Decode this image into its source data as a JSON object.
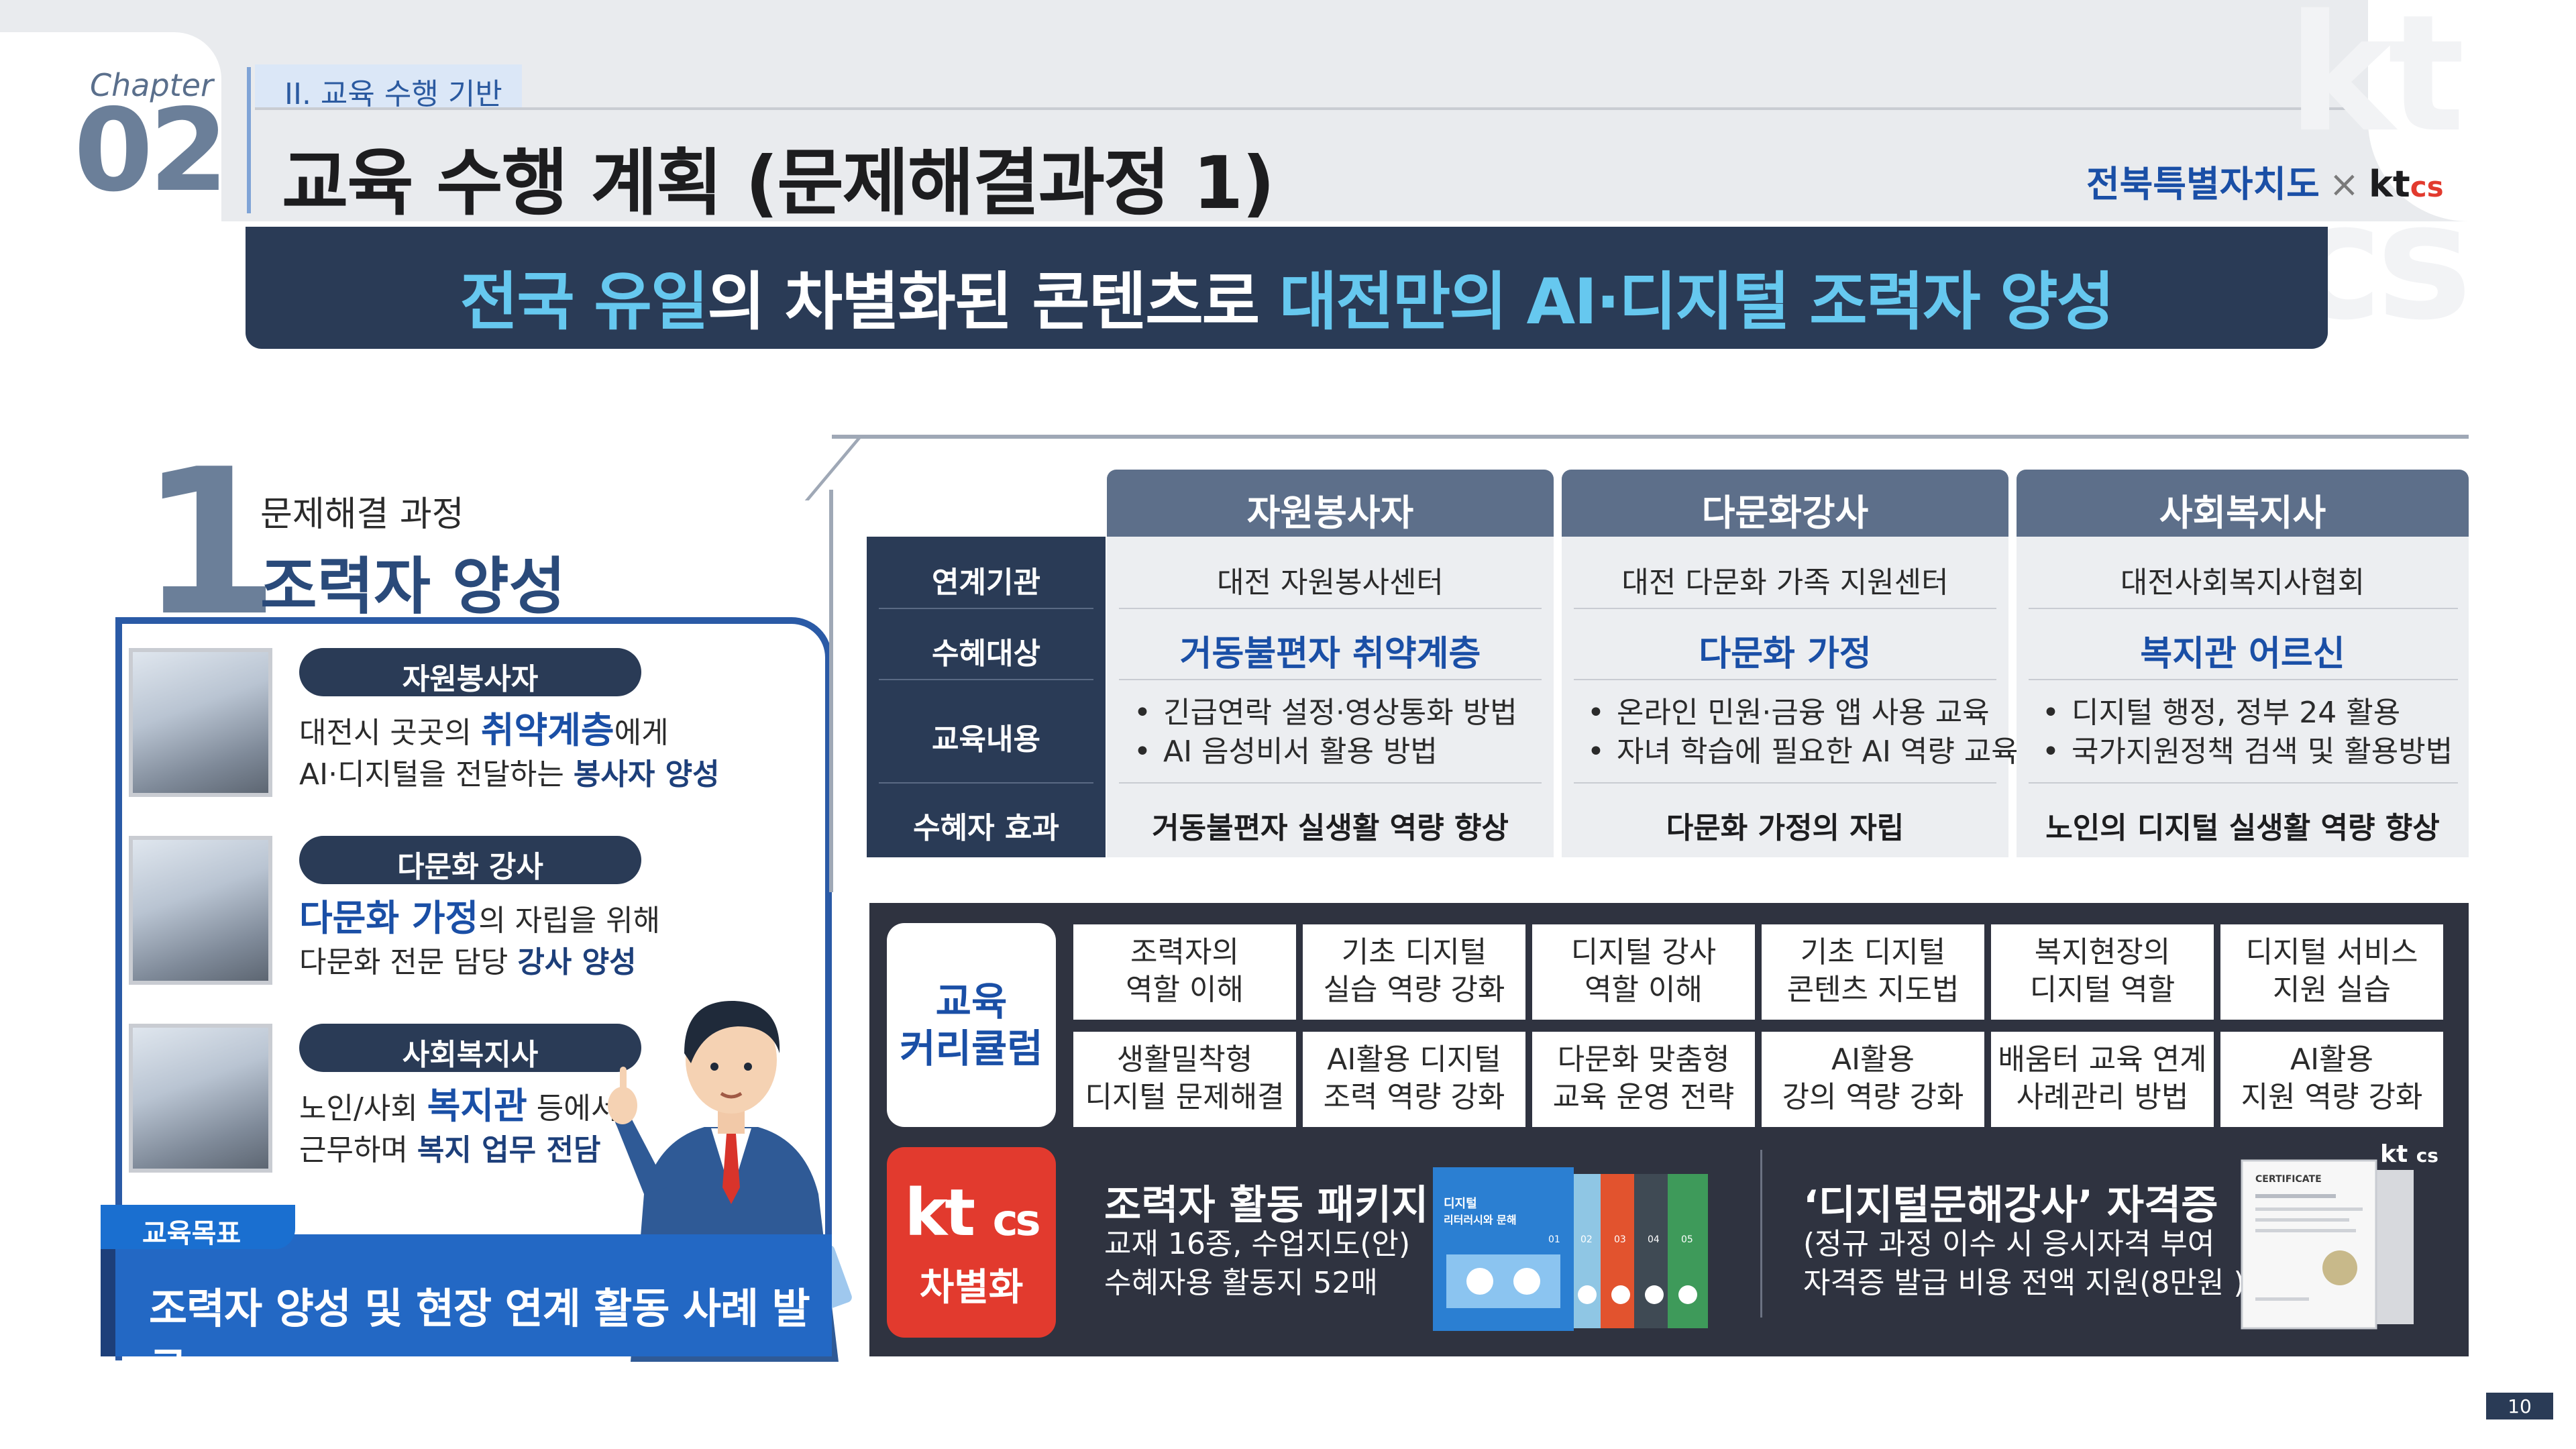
{
  "header": {
    "chapter_label": "Chapter",
    "chapter_number": "02",
    "section_tag": "II. 교육 수행 기반",
    "title": "교육 수행 계획 (문제해결과정 1)",
    "partner_left": "전북특별자치도",
    "partner_x": "×",
    "partner_kt": "kt",
    "partner_cs": "cs",
    "watermark": "kt cs"
  },
  "banner": {
    "part1": "전국 유일",
    "part2": "의 차별화된 콘텐츠로 ",
    "part3": "대전만의 AI·디지털 조력자 양성"
  },
  "section": {
    "number": "1",
    "subtitle": "문제해결 과정",
    "title": "조력자 양성"
  },
  "roles": [
    {
      "pill": "자원봉사자",
      "l1a": "대전시 곳곳의 ",
      "l1b": "취약계층",
      "l1c": "에게",
      "l2a": "AI·디지털을 전달하는 ",
      "l2b": "봉사자 양성"
    },
    {
      "pill": "다문화 강사",
      "l1a": "",
      "l1b": "다문화 가정",
      "l1c": "의 자립을 위해",
      "l2a": "다문화 전문 담당 ",
      "l2b": "강사 양성"
    },
    {
      "pill": "사회복지사",
      "l1a": "노인/사회 ",
      "l1b": "복지관",
      "l1c": " 등에서",
      "l2a": "근무하며 ",
      "l2b": "복지 업무 전담"
    }
  ],
  "goal": {
    "tab": "교육목표",
    "text": "조력자 양성 및 현장 연계 활동 사례 발굴"
  },
  "table": {
    "columns": [
      "자원봉사자",
      "다문화강사",
      "사회복지사"
    ],
    "row_labels": [
      "연계기관",
      "수혜대상",
      "교육내용",
      "수혜자 효과"
    ],
    "org": [
      "대전 자원봉사센터",
      "대전 다문화 가족 지원센터",
      "대전사회복지사협회"
    ],
    "target": [
      "거동불편자 취약계층",
      "다문화 가정",
      "복지관 어르신"
    ],
    "content": [
      [
        "긴급연락 설정·영상통화 방법",
        "AI 음성비서 활용 방법"
      ],
      [
        "온라인 민원·금융 앱 사용 교육",
        "자녀 학습에 필요한 AI 역량 교육"
      ],
      [
        "디지털 행정, 정부 24 활용",
        "국가지원정책 검색 및 활용방법"
      ]
    ],
    "effect": [
      "거동불편자 실생활 역량 향상",
      "다문화 가정의 자립",
      "노인의 디지털 실생활 역량 향상"
    ]
  },
  "curriculum": {
    "label_line1": "교육",
    "label_line2": "커리큘럼",
    "row1": [
      [
        "조력자의",
        "역할 이해"
      ],
      [
        "기초 디지털",
        "실습 역량 강화"
      ],
      [
        "디지털 강사",
        "역할 이해"
      ],
      [
        "기초 디지털",
        "콘텐츠 지도법"
      ],
      [
        "복지현장의",
        "디지털 역할"
      ],
      [
        "디지털 서비스",
        "지원 실습"
      ]
    ],
    "row2": [
      [
        "생활밀착형",
        "디지털 문제해결"
      ],
      [
        "AI활용 디지털",
        "조력 역량 강화"
      ],
      [
        "다문화 맞춤형",
        "교육 운영 전략"
      ],
      [
        "AI활용",
        "강의 역량 강화"
      ],
      [
        "배움터 교육 연계",
        "사례관리 방법"
      ],
      [
        "AI활용",
        "지원 역량 강화"
      ]
    ]
  },
  "diff": {
    "logo_kt": "kt",
    "logo_cs": "cs",
    "label": "차별화",
    "package_title": "조력자 활동 패키지",
    "package_l1": "교재  16종,  수업지도(안)",
    "package_l2": "수혜자용 활동지 52매",
    "cert_title": "‘디지털문해강사’ 자격증",
    "cert_l1": "(정규 과정 이수 시 응시자격 부여",
    "cert_l2": "자격증 발급 비용 전액 지원(8만원 )",
    "book_title_1": "디지털",
    "book_title_2": "리터러시와 문해",
    "book_nums": [
      "01",
      "02",
      "03",
      "04",
      "05"
    ],
    "cert_doc": "CERTIFICATE",
    "cert_kt": "kt",
    "cert_cs": "cs"
  },
  "page_number": "10",
  "colors": {
    "navy": "#2a3b56",
    "accent_blue": "#1a4fa6",
    "cyan": "#66c8ef",
    "kt_red": "#e23a2e"
  }
}
